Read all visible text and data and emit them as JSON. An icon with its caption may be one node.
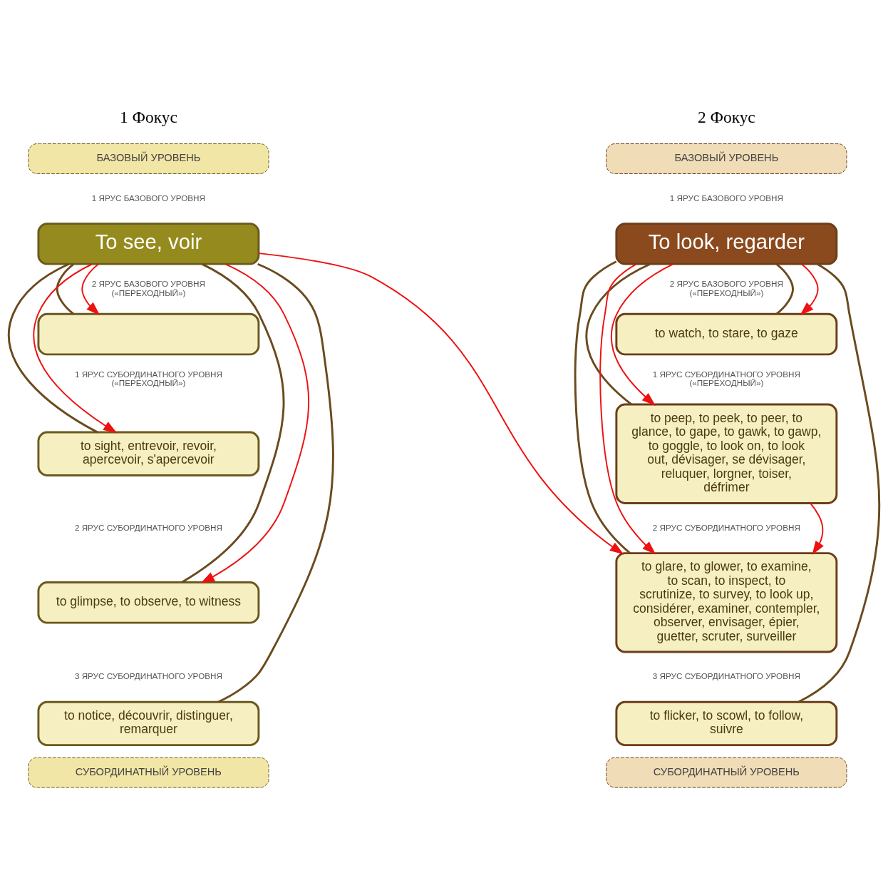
{
  "diagram": {
    "nodes": [
      {
        "text": [
          "БАЗОВЫЙ УРОВЕНЬ"
        ]
      },
      {
        "text": [
          "To see, voir"
        ]
      },
      {
        "text": [],
        "shape": "box"
      },
      {
        "text": [
          "to sight, entrevoir, revoir, apercevoir, s'apercevoir"
        ]
      },
      {
        "text": [
          "to glimpse, to observe, to witness"
        ]
      },
      {
        "text": [
          "to notice, découvrir, distinguer, remarquer"
        ]
      },
      {
        "text": [
          "СУБОРДИНАТНЫЙ УРОВЕНЬ"
        ]
      },
      {
        "text": [
          "БАЗОВЫЙ УРОВЕНЬ"
        ]
      },
      {
        "text": [
          "To look, regarder"
        ]
      },
      {
        "text": [
          "to watch, to stare, to gaze"
        ]
      },
      {
        "text": [
          "to peep, to peek, to peer, to glance, to gape, to gawk, to gawp, to goggle, to look on, to look out, dévisager, se dévisager, reluquer, lorgner, toiser, défrimer"
        ]
      },
      {
        "text": [
          "to glare, to glower, to examine, to scan, to inspect, to scrutinize, to survey, to look up, considérer, examiner, contempler, observer, envisager, épier, guetter, scruter, surveiller"
        ]
      },
      {
        "text": [
          "to flicker, to scowl, to follow, suivre"
        ]
      },
      {
        "text": [
          "СУБОРДИНАТНЫЙ УРОВЕНЬ"
        ]
      }
    ],
    "edges": [
      {
        "from": 1,
        "to": 2,
        "arrow": "none",
        "color": "#6b4a1e"
      },
      {
        "from": 1,
        "to": 3,
        "arrow": "none",
        "color": "#6b4a1e"
      },
      {
        "from": 1,
        "to": 4,
        "arrow": "none",
        "color": "#6b4a1e"
      },
      {
        "from": 1,
        "to": 5,
        "arrow": "none",
        "color": "#6b4a1e"
      },
      {
        "from": 1,
        "to": 2,
        "arrow": "to",
        "color": "#ee1111"
      },
      {
        "from": 1,
        "to": 3,
        "arrow": "to",
        "color": "#ee1111"
      },
      {
        "from": 1,
        "to": 4,
        "arrow": "to",
        "color": "#ee1111"
      },
      {
        "from": 1,
        "to": 11,
        "arrow": "to",
        "color": "#ee1111"
      },
      {
        "from": 8,
        "to": 9,
        "arrow": "none",
        "color": "#6b4a1e"
      },
      {
        "from": 8,
        "to": 10,
        "arrow": "none",
        "color": "#6b4a1e"
      },
      {
        "from": 8,
        "to": 11,
        "arrow": "none",
        "color": "#6b4a1e"
      },
      {
        "from": 8,
        "to": 12,
        "arrow": "none",
        "color": "#6b4a1e"
      },
      {
        "from": 8,
        "to": 9,
        "arrow": "to",
        "color": "#ee1111"
      },
      {
        "from": 8,
        "to": 10,
        "arrow": "to",
        "color": "#ee1111"
      },
      {
        "from": 8,
        "to": 11,
        "arrow": "to",
        "color": "#ee1111"
      },
      {
        "from": 10,
        "to": 11,
        "arrow": "to",
        "color": "#ee1111"
      }
    ],
    "labels": [
      "1 Фокус",
      "2 Фокус",
      "1 ЯРУС БАЗОВОГО УРОВНЯ",
      "1 ЯРУС БАЗОВОГО УРОВНЯ",
      "2 ЯРУС БАЗОВОГО УРОВНЯ («ПЕРЕХОДНЫЙ»)",
      "2 ЯРУС БАЗОВОГО УРОВНЯ («ПЕРЕХОДНЫЙ»)",
      "1 ЯРУС СУБОРДИНАТНОГО УРОВНЯ («ПЕРЕХОДНЫЙ»)",
      "1 ЯРУС СУБОРДИНАТНОГО УРОВНЯ («ПЕРЕХОДНЫЙ»)",
      "2 ЯРУС СУБОРДИНАТНОГО УРОВНЯ",
      "2 ЯРУС СУБОРДИНАТНОГО УРОВНЯ",
      "3 ЯРУС СУБОРДИНАТНОГО УРОВНЯ",
      "3 ЯРУС СУБОРДИНАТНОГО УРОВНЯ"
    ]
  }
}
